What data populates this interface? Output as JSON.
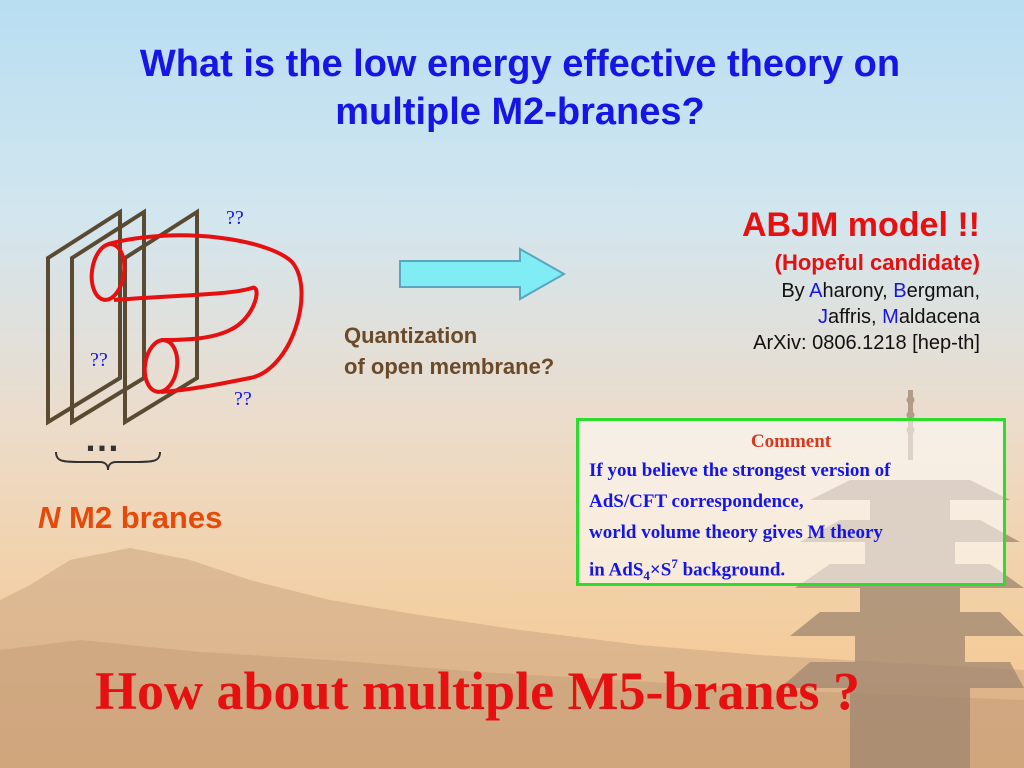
{
  "title": {
    "line1": "What is the low energy effective theory on",
    "line2": "multiple M2-branes?"
  },
  "diagram": {
    "unknown_label": "??",
    "dots": "…",
    "n_symbol": "N",
    "branes_label": "M2 branes",
    "arrow_color": "#80ecf4",
    "loop_color": "#e61010",
    "brane_color": "#5a4a32"
  },
  "quantization": {
    "line1": "Quantization",
    "line2": "of open membrane?"
  },
  "abjm": {
    "title": "ABJM model !!",
    "subtitle": "(Hopeful candidate)",
    "by_prefix": "By ",
    "authors": [
      {
        "initial": "A",
        "rest": "harony"
      },
      {
        "initial": "B",
        "rest": "ergman"
      },
      {
        "initial": "J",
        "rest": "affris"
      },
      {
        "initial": "M",
        "rest": "aldacena"
      }
    ],
    "arxiv": "ArXiv: 0806.1218 [hep-th]"
  },
  "comment": {
    "title": "Comment",
    "line1": "If you believe the strongest version of",
    "line2": "AdS/CFT correspondence,",
    "line3": "world volume theory gives M theory",
    "line4_prefix": "in AdS",
    "ads_dim": "4",
    "times": "×",
    "sphere": "S",
    "sphere_dim": "7",
    "line4_suffix": " background."
  },
  "bottom_question": "How about multiple M5-branes ?"
}
